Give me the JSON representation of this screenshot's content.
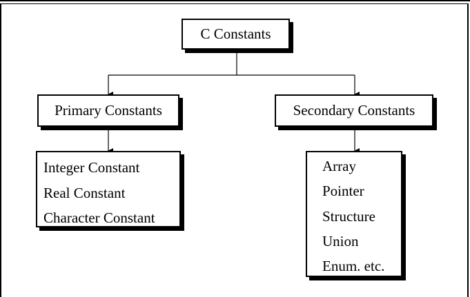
{
  "root": {
    "label": "C Constants"
  },
  "primary": {
    "label": "Primary Constants",
    "items": [
      "Integer Constant",
      "Real Constant",
      "Character Constant"
    ]
  },
  "secondary": {
    "label": "Secondary Constants",
    "items": [
      "Array",
      "Pointer",
      "Structure",
      "Union",
      "Enum. etc."
    ]
  }
}
